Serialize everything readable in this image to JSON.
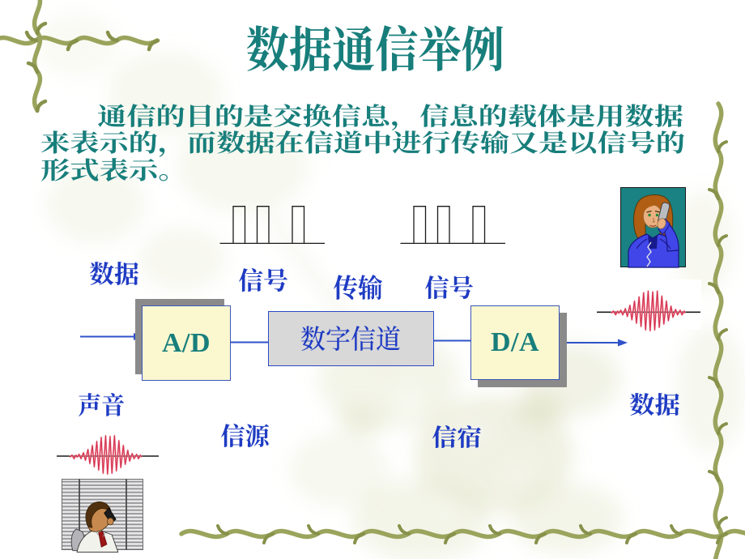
{
  "slide": {
    "title": "数据通信举例",
    "intro": {
      "text": "通信的目的是交换信息，信息的载体是用数据来表示的，而数据在信道中进行传输又是以信号的形式表示。",
      "lines": [
        "通信的目的是交换信息，信息的载体是用数据",
        "来表示的，而数据在信道中进行传输又是以信号的",
        "形式表示。"
      ]
    },
    "diagram": {
      "blocks": [
        {
          "id": "ad",
          "label": "A/D"
        },
        {
          "id": "channel",
          "label": "数字信道"
        },
        {
          "id": "da",
          "label": "D/A"
        }
      ],
      "labels": {
        "data_left": "数据",
        "signal_left": "信号",
        "transmission": "传输",
        "signal_right": "信号",
        "sound": "声音",
        "source": "信源",
        "sink": "信宿",
        "data_right": "数据"
      },
      "icons": {
        "digital_signal_left": "digital-pulse-waveform",
        "digital_signal_right": "digital-pulse-waveform",
        "analog_signal_right": "analog-waveform",
        "analog_signal_left": "analog-waveform",
        "top_right_image": "woman-on-phone-clipart",
        "bottom_left_image": "man-on-phone-clipart"
      }
    },
    "colors": {
      "title_text": "#177E7B",
      "body_text": "#177E7B",
      "label_text": "#1E3BC3",
      "arrow": "#2F52C8",
      "block_fill": "#FBF8D0",
      "block_border": "#3C55B8",
      "channel_fill": "#D8D8D8",
      "shadow": "#8A8A8A",
      "vine": "#9AA45C",
      "waveform": "#D22E4C"
    }
  }
}
